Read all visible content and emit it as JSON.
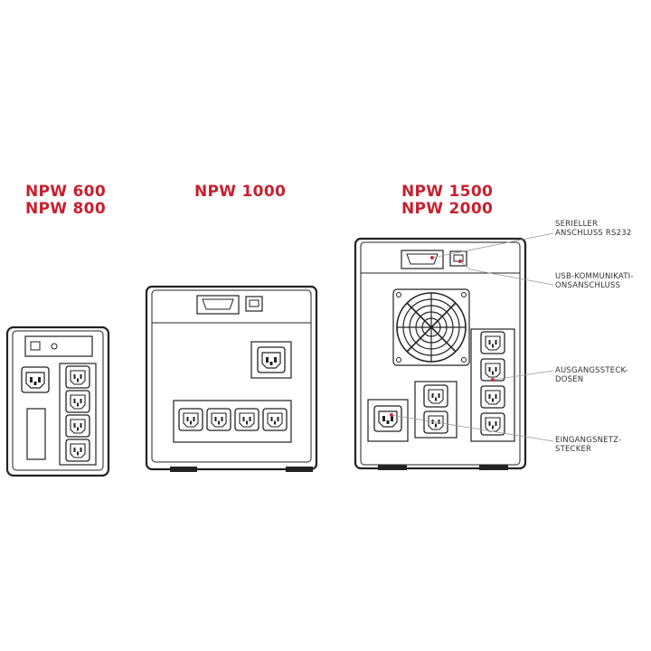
{
  "models": [
    {
      "line1": "NPW 600",
      "line2": "NPW 800"
    },
    {
      "line1": "NPW 1000"
    },
    {
      "line1": "NPW 1500",
      "line2": "NPW 2000"
    }
  ],
  "callouts": [
    {
      "line1": "SERIELLER",
      "line2": "ANSCHLUSS RS232"
    },
    {
      "line1": "USB-KOMMUNIKATI-",
      "line2": "ONSANSCHLUSS"
    },
    {
      "line1": "AUSGANGSSTECK-",
      "line2": "DOSEN"
    },
    {
      "line1": "EINGANGSNETZ-",
      "line2": "STECKER"
    }
  ],
  "colors": {
    "accent": "#c8202f",
    "line": "#222222",
    "leader": "#999999"
  }
}
